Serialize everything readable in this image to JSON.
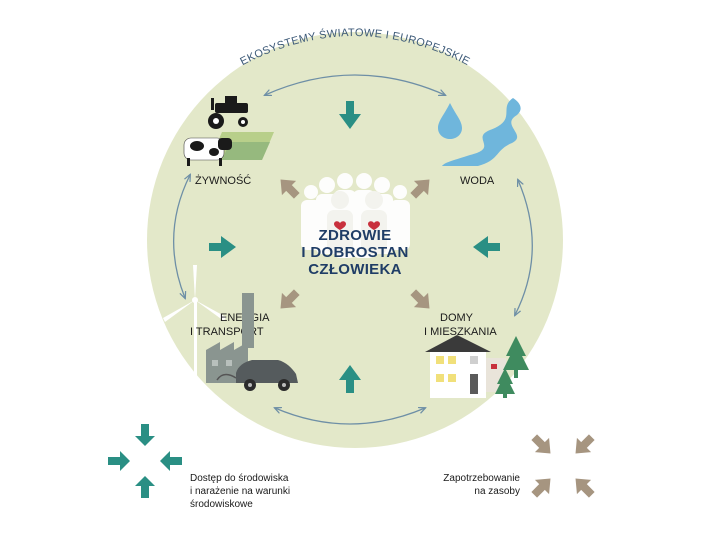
{
  "diagram": {
    "outer_label": "EKOSYSTEMY ŚWIATOWE I EUROPEJSKIE",
    "center": {
      "line1": "ZDROWIE",
      "line2": "I DOBROSTAN",
      "line3": "CZŁOWIEKA"
    },
    "nodes": {
      "food": "ŻYWNOŚĆ",
      "water": "WODA",
      "energy_line1": "ENERGIA",
      "energy_line2": "I TRANSPORT",
      "housing_line1": "DOMY",
      "housing_line2": "I MIESZKANIA"
    }
  },
  "legend": {
    "access_line1": "Dostęp do środowiska",
    "access_line2": "i narażenie na warunki",
    "access_line3": "środowiskowe",
    "demand_line1": "Zapotrzebowanie",
    "demand_line2": "na zasoby"
  },
  "colors": {
    "circle_fill": "#e3e8c9",
    "teal_arrow": "#2a8f84",
    "brown_arrow": "#a69580",
    "connector": "#6e8fa6",
    "center_text": "#1f3d66",
    "water": "#6fb6dc"
  }
}
